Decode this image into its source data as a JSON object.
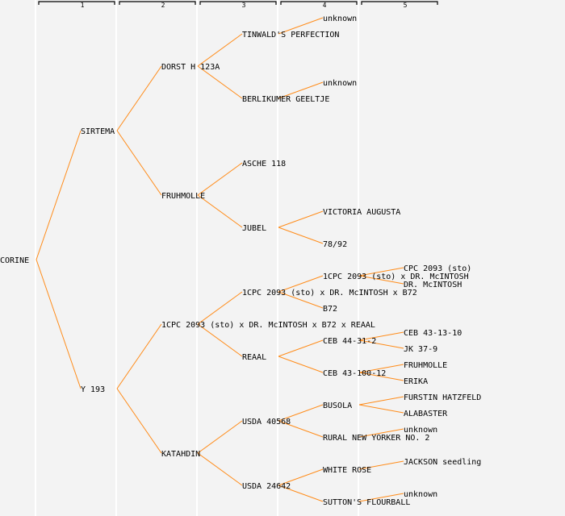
{
  "generation_headers": [
    "1",
    "2",
    "3",
    "4",
    "5"
  ],
  "colors": {
    "line": "#ff8c1a",
    "text": "#000000",
    "highlight": "#0000ff",
    "divider": "#ffffff",
    "background": "#f3f3f3"
  },
  "pedigree": {
    "name": "CORINE",
    "sire": {
      "name": "SIRTEMA",
      "sire": {
        "name": "DORST H 123A",
        "sire": {
          "name": "TINWALD'S PERFECTION",
          "sire": {
            "name": "unknown"
          }
        },
        "dam": {
          "name": "BERLIKUMER GEELTJE",
          "sire": {
            "name": "unknown"
          }
        }
      },
      "dam": {
        "name": "FRUHMOLLE",
        "sire": {
          "name": "ASCHE 118"
        },
        "dam": {
          "name": "JUBEL",
          "sire": {
            "name": "VICTORIA AUGUSTA"
          },
          "dam": {
            "name": "78/92"
          }
        }
      }
    },
    "dam": {
      "name": "Y 193",
      "sire": {
        "name": "1CPC 2093 (sto) x DR. McINTOSH x B72 x REAAL",
        "sire": {
          "name": "1CPC 2093 (sto) x DR. McINTOSH x B72",
          "sire": {
            "name": "1CPC 2093 (sto) x DR. McINTOSH",
            "sire": {
              "name": "CPC 2093 (sto)"
            },
            "dam": {
              "name": "DR. McINTOSH"
            }
          },
          "dam": {
            "name": "B72"
          }
        },
        "dam": {
          "name": "REAAL",
          "sire": {
            "name": "CEB 44-31-2",
            "sire": {
              "name": "CEB 43-13-10"
            },
            "dam": {
              "name": "JK 37-9"
            }
          },
          "dam": {
            "name": "CEB 43-100-12",
            "sire": {
              "name": "FRUHMOLLE"
            },
            "dam": {
              "name": "ERIKA"
            }
          }
        }
      },
      "dam": {
        "name": "KATAHDIN",
        "sire": {
          "name": "USDA 40568",
          "sire": {
            "name": "BUSOLA",
            "sire": {
              "name": "FURSTIN HATZFELD"
            },
            "dam": {
              "name": "ALABASTER"
            }
          },
          "dam": {
            "name": "RURAL NEW YORKER NO. 2",
            "sire": {
              "name": "unknown"
            }
          }
        },
        "dam": {
          "name": "USDA 24642",
          "sire": {
            "name": "WHITE ROSE",
            "highlight": true,
            "sire": {
              "name": "JACKSON seedling"
            }
          },
          "dam": {
            "name": "SUTTON'S FLOURBALL",
            "sire": {
              "name": "unknown"
            }
          }
        }
      }
    }
  }
}
